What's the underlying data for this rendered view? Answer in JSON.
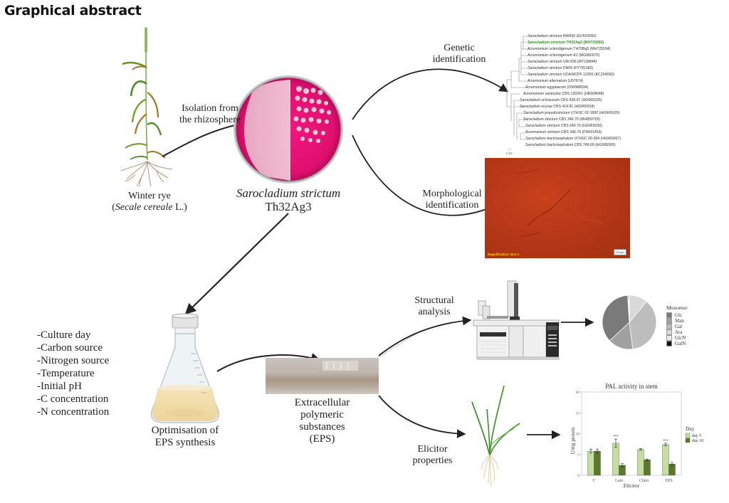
{
  "title": "Graphical abstract",
  "plant": {
    "name": "Winter rye",
    "latin_prefix": "(",
    "latin": "Secale cereale",
    "latin_suffix": " L.)"
  },
  "isolation_label": [
    "Isolation from",
    "the rhizosphere"
  ],
  "strain": {
    "species": "Sarocladium strictum",
    "code": "Th32Ag3"
  },
  "genetic_label": [
    "Genetic",
    "identification"
  ],
  "morphological_label": [
    "Morphological",
    "identification"
  ],
  "phylo_tree": {
    "taxa": [
      {
        "name": "Sarocladium strictum",
        "extra": "NW692",
        "acc": "(EU520092)",
        "highlight": false
      },
      {
        "name": "Sarocladium strictum",
        "extra": "TH32Ag3",
        "acc": "(MH725593)",
        "highlight": true
      },
      {
        "name": "Acremonium sclerotigenum",
        "extra": "TH70Bg5",
        "acc": "(MH725594)",
        "highlight": false
      },
      {
        "name": "Acremonium sclerotigenum",
        "extra": "A1",
        "acc": "(MG980070)",
        "highlight": false
      },
      {
        "name": "Sarocladium strictum",
        "extra": "UW 836",
        "acc": "(AY138844)",
        "highlight": false
      },
      {
        "name": "Sarocladium strictum",
        "extra": "DN05",
        "acc": "(KY781382)",
        "highlight": false
      },
      {
        "name": "Sarocladium strictum",
        "extra": "UOA/HCPF 13355",
        "acc": "(KC254090)",
        "highlight": false
      },
      {
        "name": "Acremonium alternatum",
        "extra": "",
        "acc": "(U57674)",
        "highlight": false
      },
      {
        "name": "Acremonium egyptiacum",
        "extra": "",
        "acc": "(OW988034)",
        "highlight": false
      },
      {
        "name": "Acremonium variecolor",
        "extra": "CBS 130361",
        "acc": "(HE608648)",
        "highlight": false
      },
      {
        "name": "Sarocladium ochraceum",
        "extra": "CBS 428.67",
        "acc": "(HG965025)",
        "highlight": false
      },
      {
        "name": "Sarocladium oryzae",
        "extra": "CBS 414.81",
        "acc": "(HG965028)",
        "highlight": false
      },
      {
        "name": "Sarocladium pseudostrictum",
        "extra": "UTHSC 02-1892",
        "acc": "(HG965029)",
        "highlight": false
      },
      {
        "name": "Sarocladium strictum",
        "extra": "CBS 346.70",
        "acc": "(MH859705)",
        "highlight": false
      },
      {
        "name": "Sarocladium strictum",
        "extra": "CBS 640.75",
        "acc": "(HG965030)",
        "highlight": false
      },
      {
        "name": "Acremonium strictum",
        "extra": "CBS 346.70",
        "acc": "(FN691453)",
        "highlight": false
      },
      {
        "name": "Sarocladium bactrocephalum",
        "extra": "UTHSC 09-384",
        "acc": "(HG965007)",
        "highlight": false
      },
      {
        "name": "Sarocladium bactrocephalum",
        "extra": "CBS 749.69",
        "acc": "(HG965006)",
        "highlight": false
      }
    ],
    "scale_label": "0.02"
  },
  "micrograph": {
    "magnification": "Magnification: 25.2 x",
    "scale_bar": "20 µm"
  },
  "optimisation": {
    "parameters": [
      "-Culture day",
      "-Carbon source",
      "-Nitrogen source",
      "-Temperature",
      "-Initial pH",
      "-C concentration",
      "-N concentration"
    ],
    "label": [
      "Optimisation of",
      "EPS synthesis"
    ]
  },
  "eps_label": [
    "Extracellular",
    "polymeric",
    "substances",
    "(EPS)"
  ],
  "structural_label": [
    "Structural",
    "analysis"
  ],
  "elicitor_label": [
    "Elicitor",
    "properties"
  ],
  "pie": {
    "legend_title": "Monomer",
    "colors": {
      "Glc": "#7a7a7a",
      "Man": "#a0a0a0",
      "Gal": "#bdbdbd",
      "Ara": "#d9d9d9",
      "GlcN": "#ececec",
      "GalN": "#111111"
    }
  },
  "chart_data": [
    {
      "type": "pie",
      "title": "",
      "legend_title": "Monomer",
      "legend_position": "right",
      "labels": [
        "Glc",
        "Man",
        "Gal",
        "Ara",
        "GlcN",
        "GalN"
      ],
      "values": [
        36,
        15,
        37,
        11,
        0.5,
        0.5
      ]
    },
    {
      "type": "bar",
      "title": "PAL activity in stem",
      "xlabel": "Elicitor",
      "ylabel": "U/mg protein",
      "categories": [
        "C",
        "Lam",
        "Chito",
        "EPS"
      ],
      "series": [
        {
          "name": "day 5",
          "color": "#c5dea0",
          "values": [
            5.8,
            7.7,
            6.2,
            7.4
          ],
          "errors": [
            0.5,
            1.0,
            0.2,
            0.3
          ]
        },
        {
          "name": "day 10",
          "color": "#5a7a2a",
          "values": [
            5.8,
            2.4,
            3.7,
            2.7
          ],
          "errors": [
            0.5,
            0.4,
            0.2,
            0.4
          ]
        }
      ],
      "annotations": [
        {
          "category": "Lam",
          "series": "day 5",
          "text": "***"
        },
        {
          "category": "EPS",
          "series": "day 5",
          "text": "***"
        }
      ],
      "legend_title": "Day",
      "legend_position": "right",
      "ylim": [
        0,
        20
      ],
      "yticks": [
        0,
        5,
        10,
        15,
        20
      ],
      "grid": false
    }
  ]
}
